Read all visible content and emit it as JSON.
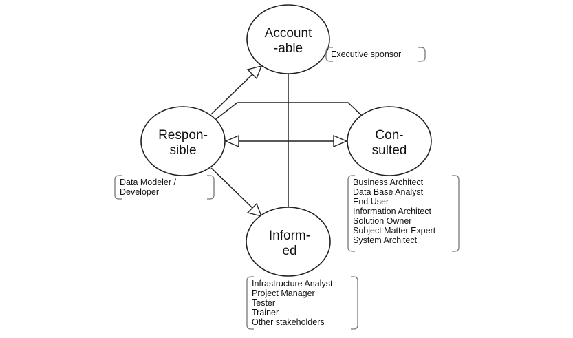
{
  "nodes": {
    "accountable": {
      "line1": "Account",
      "line2": "-able"
    },
    "responsible": {
      "line1": "Respon-",
      "line2": "sible"
    },
    "consulted": {
      "line1": "Con-",
      "line2": "sulted"
    },
    "informed": {
      "line1": "Inform-",
      "line2": "ed"
    }
  },
  "notes": {
    "accountable": [
      "Executive sponsor"
    ],
    "responsible": [
      "Data Modeler /",
      "Developer"
    ],
    "consulted": [
      "Business Architect",
      "Data Base Analyst",
      "End User",
      "Information Architect",
      "Solution Owner",
      "Subject Matter Expert",
      "System Architect"
    ],
    "informed": [
      "Infrastructure Analyst",
      "Project Manager",
      "Tester",
      "Trainer",
      "Other stakeholders"
    ]
  }
}
